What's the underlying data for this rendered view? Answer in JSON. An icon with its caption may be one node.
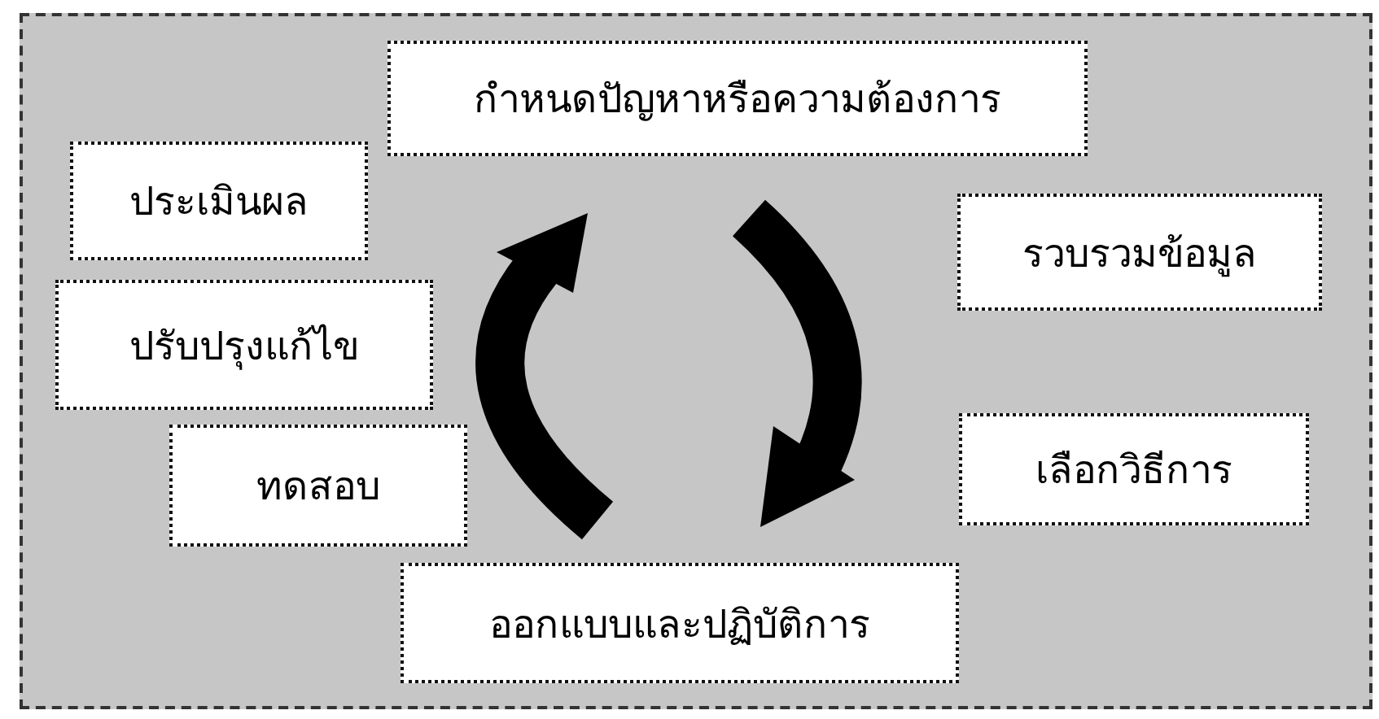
{
  "diagram": {
    "nodes": [
      {
        "text": [
          "กำหนดปัญหาหรือความต้องการ"
        ]
      },
      {
        "text": [
          "ประเมินผล"
        ]
      },
      {
        "text": [
          "รวบรวมข้อมูล"
        ]
      },
      {
        "text": [
          "ปรับปรุงแก้ไข"
        ]
      },
      {
        "text": [
          "ทดสอบ"
        ]
      },
      {
        "text": [
          "เลือกวิธีการ"
        ]
      },
      {
        "text": [
          "ออกแบบและปฏิบัติการ"
        ]
      }
    ]
  }
}
